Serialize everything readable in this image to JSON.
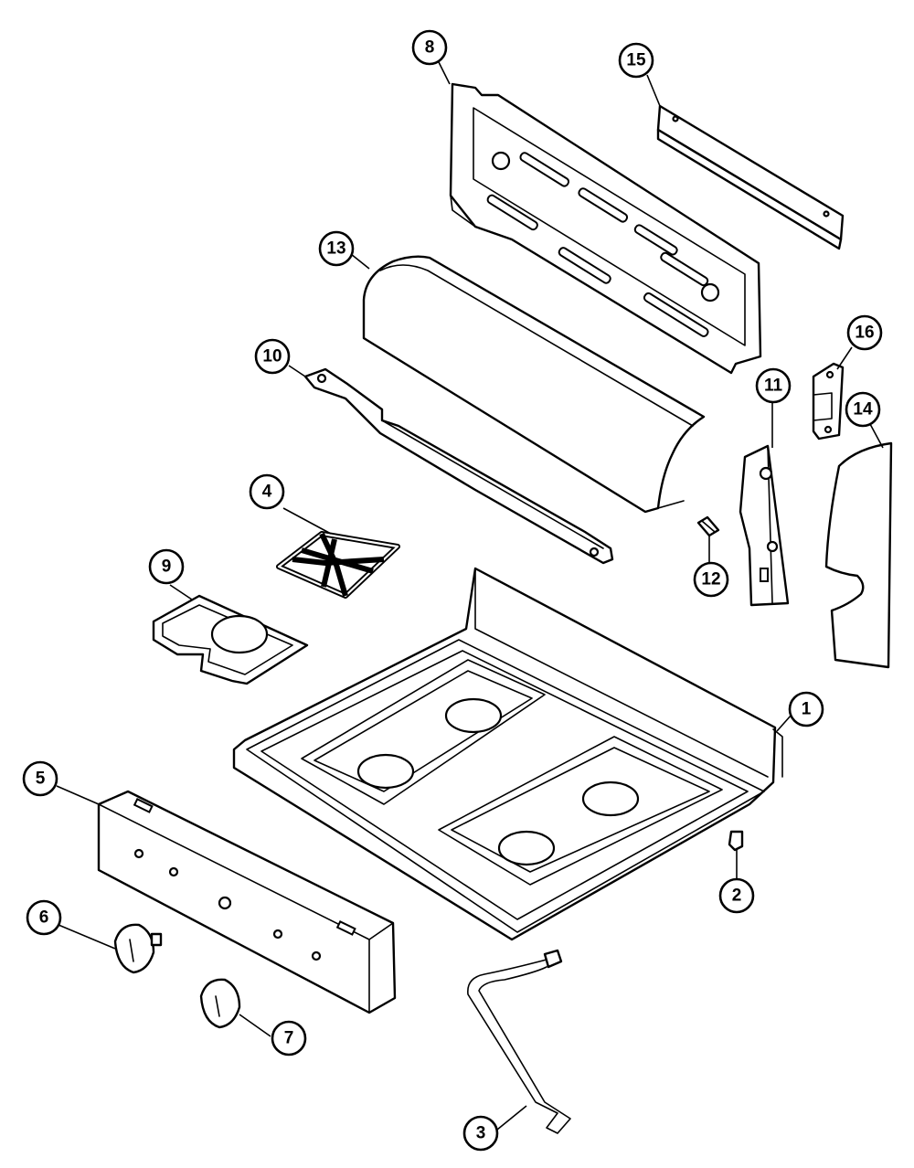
{
  "diagram": {
    "callouts": [
      {
        "id": "8",
        "label": "8"
      },
      {
        "id": "15",
        "label": "15"
      },
      {
        "id": "13",
        "label": "13"
      },
      {
        "id": "10",
        "label": "10"
      },
      {
        "id": "16",
        "label": "16"
      },
      {
        "id": "11",
        "label": "11"
      },
      {
        "id": "14",
        "label": "14"
      },
      {
        "id": "4",
        "label": "4"
      },
      {
        "id": "12",
        "label": "12"
      },
      {
        "id": "9",
        "label": "9"
      },
      {
        "id": "1",
        "label": "1"
      },
      {
        "id": "5",
        "label": "5"
      },
      {
        "id": "2",
        "label": "2"
      },
      {
        "id": "6",
        "label": "6"
      },
      {
        "id": "7",
        "label": "7"
      },
      {
        "id": "3",
        "label": "3"
      }
    ]
  }
}
